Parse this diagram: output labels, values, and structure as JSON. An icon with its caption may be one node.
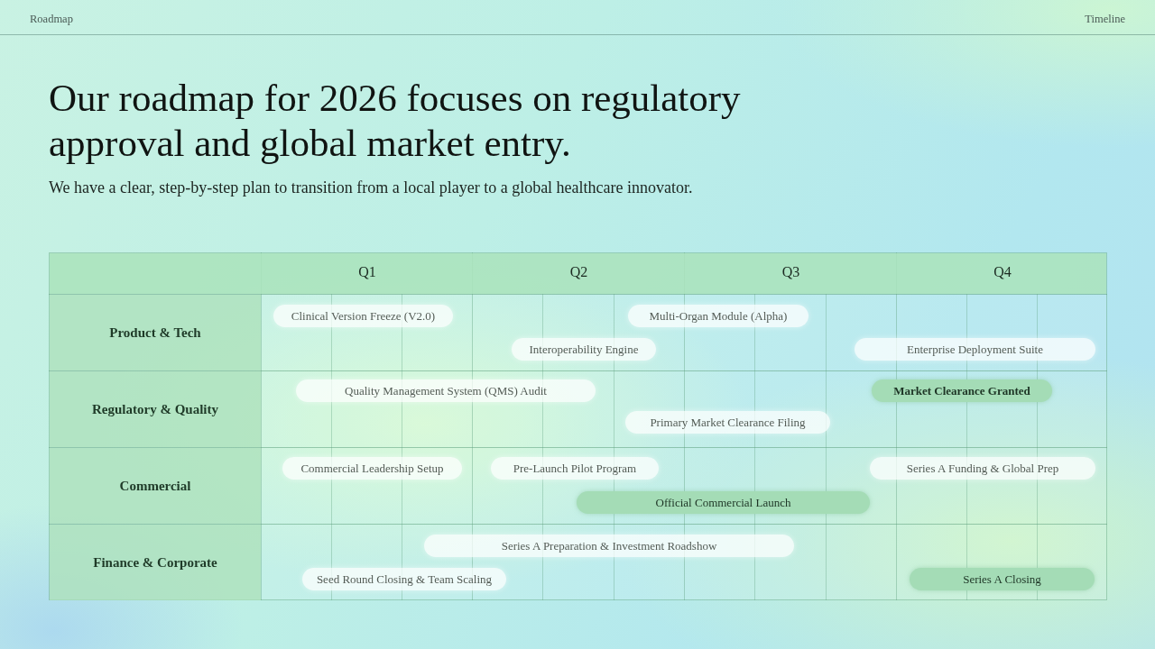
{
  "diagram": {
    "title": "Our roadmap for 2026 focuses on regulatory approval and global market entry.",
    "nodes": [
      {
        "text": [
          "Clinical Version Freeze (V2.0)"
        ]
      },
      {
        "text": [
          "Multi-Organ Module (Alpha)"
        ]
      },
      {
        "text": [
          "Interoperability Engine"
        ]
      },
      {
        "text": [
          "Enterprise Deployment Suite"
        ]
      },
      {
        "text": [
          "Quality Management System (QMS) Audit"
        ]
      },
      {
        "text": [
          "Market Clearance Granted"
        ]
      },
      {
        "text": [
          "Primary Market Clearance Filing"
        ]
      },
      {
        "text": [
          "Commercial Leadership Setup"
        ]
      },
      {
        "text": [
          "Pre-Launch Pilot Program"
        ]
      },
      {
        "text": [
          "Series A Funding & Global Prep"
        ]
      },
      {
        "text": [
          "Official Commercial Launch"
        ]
      },
      {
        "text": [
          "Series A Preparation & Investment Roadshow"
        ]
      },
      {
        "text": [
          "Seed Round Closing & Team Scaling"
        ]
      },
      {
        "text": [
          "Series A Closing"
        ]
      }
    ],
    "edges": [],
    "labels": [
      "Roadmap",
      "Timeline",
      "We have a clear, step-by-step plan to transition from a local player to a global healthcare innovator.",
      "Q1",
      "Q2",
      "Q3",
      "Q4",
      "Product & Tech",
      "Regulatory & Quality",
      "Commercial",
      "Finance & Corporate"
    ]
  }
}
